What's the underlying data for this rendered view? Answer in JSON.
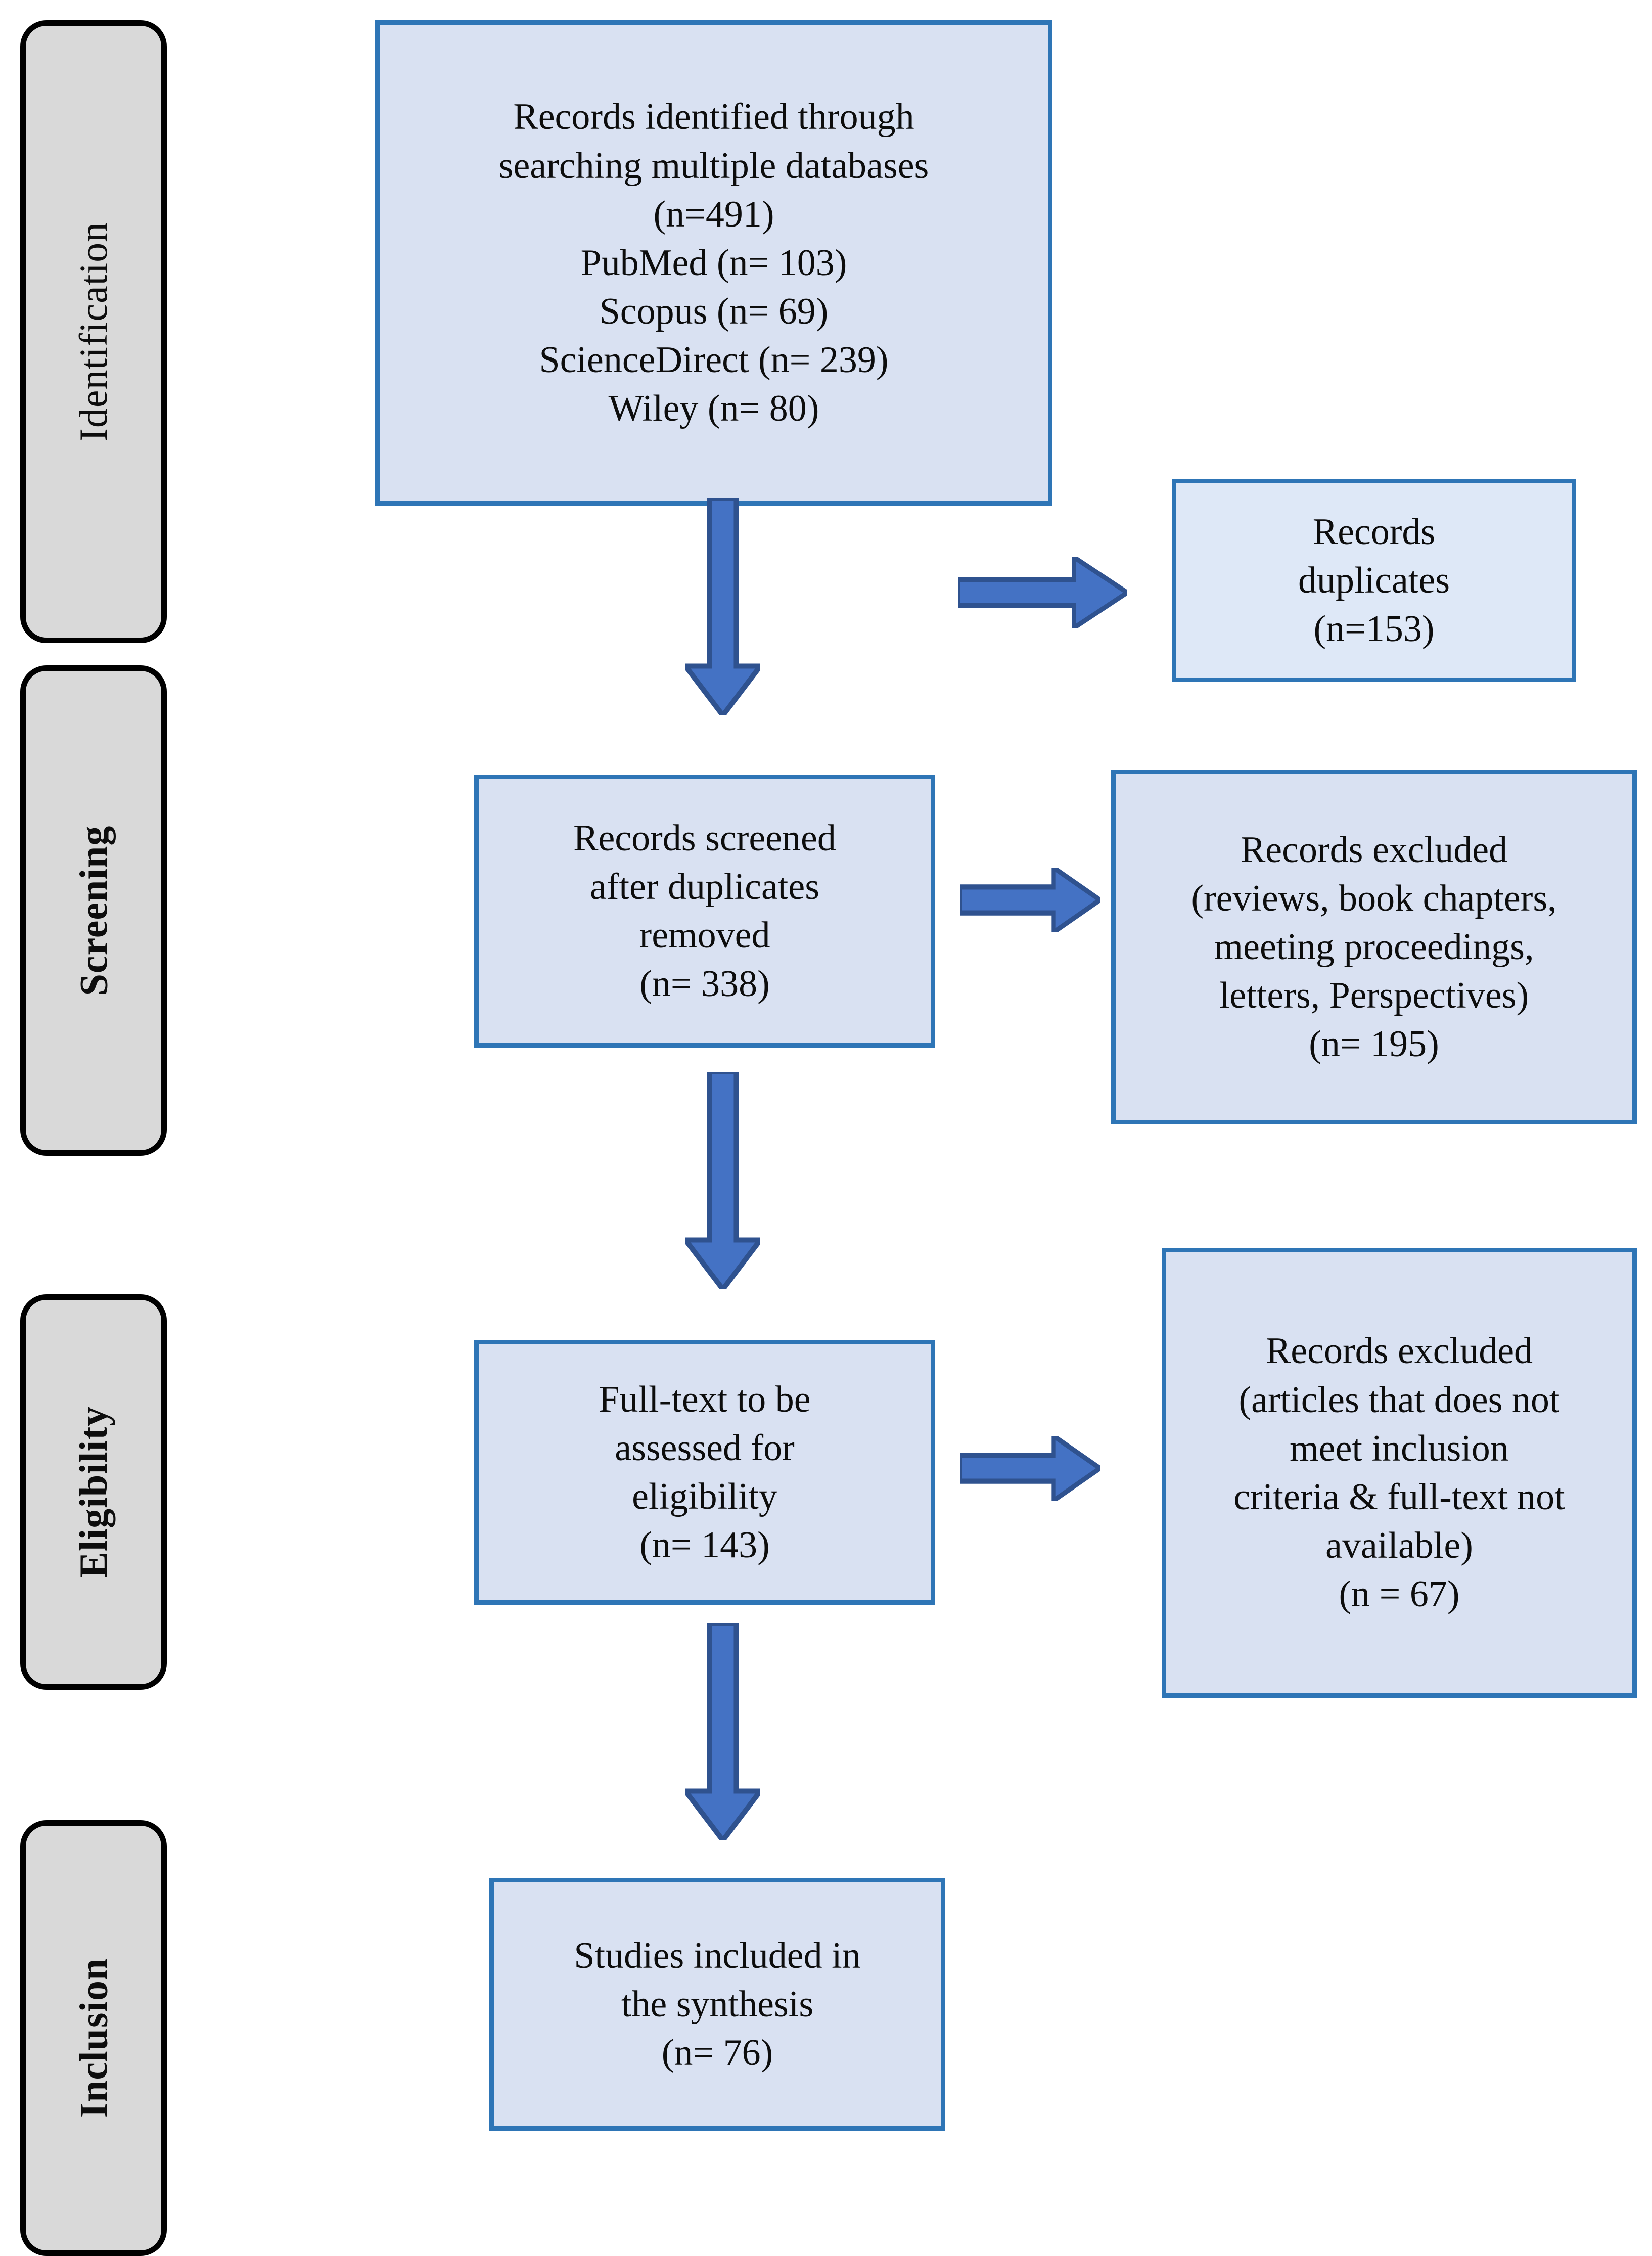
{
  "diagram": {
    "title": "PRISMA flow diagram",
    "colors": {
      "box_fill": "#D9E1F2",
      "box_fill_light": "#DEE8F7",
      "box_border": "#2E75B6",
      "arrow_fill": "#4472C4",
      "arrow_border": "#2F528F",
      "stage_fill": "#D9D9D9",
      "stage_border": "#000000"
    }
  },
  "stages": [
    {
      "id": "identification",
      "label": "Identification"
    },
    {
      "id": "screening",
      "label": "Screening"
    },
    {
      "id": "eligibility",
      "label": "Eligibility"
    },
    {
      "id": "inclusion",
      "label": "Inclusion"
    }
  ],
  "boxes": {
    "identified": {
      "text": "Records identified through\nsearching multiple databases\n(n=491)\nPubMed (n= 103)\nScopus (n= 69)\nScienceDirect (n= 239)\nWiley (n= 80)",
      "total": 491,
      "sources": [
        {
          "name": "PubMed",
          "n": 103
        },
        {
          "name": "Scopus",
          "n": 69
        },
        {
          "name": "ScienceDirect",
          "n": 239
        },
        {
          "name": "Wiley",
          "n": 80
        }
      ]
    },
    "duplicates": {
      "text": "Records\nduplicates\n(n=153)",
      "n": 153
    },
    "screened": {
      "text": "Records screened\nafter duplicates\nremoved\n(n= 338)",
      "n": 338
    },
    "excluded_screening": {
      "text": "Records excluded\n(reviews, book chapters,\nmeeting proceedings,\nletters, Perspectives)\n(n= 195)",
      "n": 195
    },
    "fulltext": {
      "text": "Full-text to be\nassessed for\neligibility\n(n= 143)",
      "n": 143
    },
    "excluded_eligibility": {
      "text": "Records excluded\n(articles that does not\nmeet inclusion\ncriteria & full-text not\navailable)\n(n = 67)",
      "n": 67
    },
    "included": {
      "text": "Studies included in\nthe synthesis\n(n= 76)",
      "n": 76
    }
  },
  "chart_data": {
    "type": "diagram",
    "title": "PRISMA flow diagram",
    "nodes": [
      {
        "id": "identified",
        "stage": "Identification",
        "label": "Records identified through searching multiple databases",
        "n": 491
      },
      {
        "id": "duplicates",
        "stage": "Identification",
        "label": "Records duplicates",
        "n": 153
      },
      {
        "id": "screened",
        "stage": "Screening",
        "label": "Records screened after duplicates removed",
        "n": 338
      },
      {
        "id": "excluded_screening",
        "stage": "Screening",
        "label": "Records excluded (reviews, book chapters, meeting proceedings, letters, Perspectives)",
        "n": 195
      },
      {
        "id": "fulltext",
        "stage": "Eligibility",
        "label": "Full-text to be assessed for eligibility",
        "n": 143
      },
      {
        "id": "excluded_eligibility",
        "stage": "Eligibility",
        "label": "Records excluded (articles that does not meet inclusion criteria & full-text not available)",
        "n": 67
      },
      {
        "id": "included",
        "stage": "Inclusion",
        "label": "Studies included in the synthesis",
        "n": 76
      }
    ],
    "edges": [
      {
        "from": "identified",
        "to": "duplicates",
        "direction": "right"
      },
      {
        "from": "identified",
        "to": "screened",
        "direction": "down"
      },
      {
        "from": "screened",
        "to": "excluded_screening",
        "direction": "right"
      },
      {
        "from": "screened",
        "to": "fulltext",
        "direction": "down"
      },
      {
        "from": "fulltext",
        "to": "excluded_eligibility",
        "direction": "right"
      },
      {
        "from": "fulltext",
        "to": "included",
        "direction": "down"
      }
    ]
  }
}
